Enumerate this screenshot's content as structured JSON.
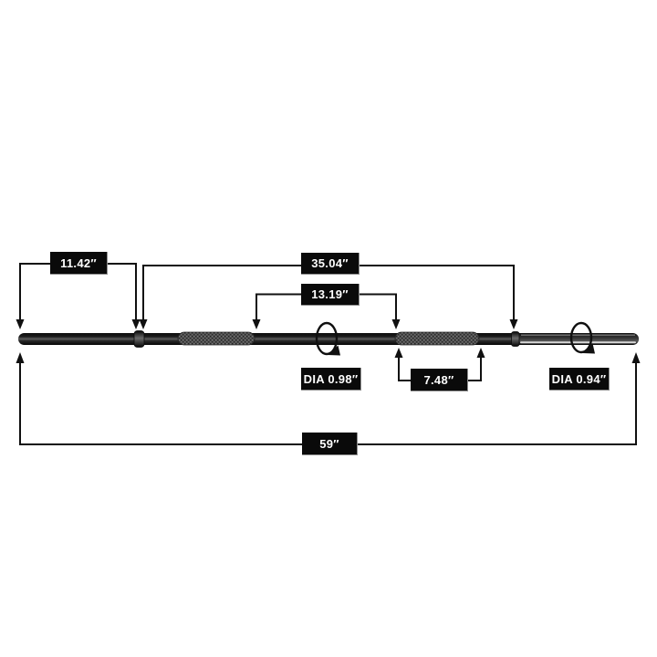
{
  "diagram": {
    "type": "product-dimension-diagram",
    "subject": "barbell bar with knurled grips, collars and sleeve",
    "background": "#ffffff",
    "line_color": "#101010",
    "label_bg": "#0a0a0a",
    "label_text_color": "#ffffff",
    "labels": {
      "left_end_to_collar": "11.42″",
      "collar_to_collar": "35.04″",
      "center_smooth_section": "13.19″",
      "dia_left": "DIA 0.98″",
      "right_knurl_length": "7.48″",
      "dia_right": "DIA 0.94″",
      "overall_length": "59″"
    },
    "measurements": [
      {
        "id": "left-end-to-collar",
        "value": "11.42″"
      },
      {
        "id": "collar-to-collar",
        "value": "35.04″"
      },
      {
        "id": "center-smooth-section",
        "value": "13.19″"
      },
      {
        "id": "left-grip-diameter",
        "value": "DIA 0.98″"
      },
      {
        "id": "right-knurl-length",
        "value": "7.48″"
      },
      {
        "id": "sleeve-diameter",
        "value": "DIA 0.94″"
      },
      {
        "id": "overall-length",
        "value": "59″"
      }
    ]
  }
}
